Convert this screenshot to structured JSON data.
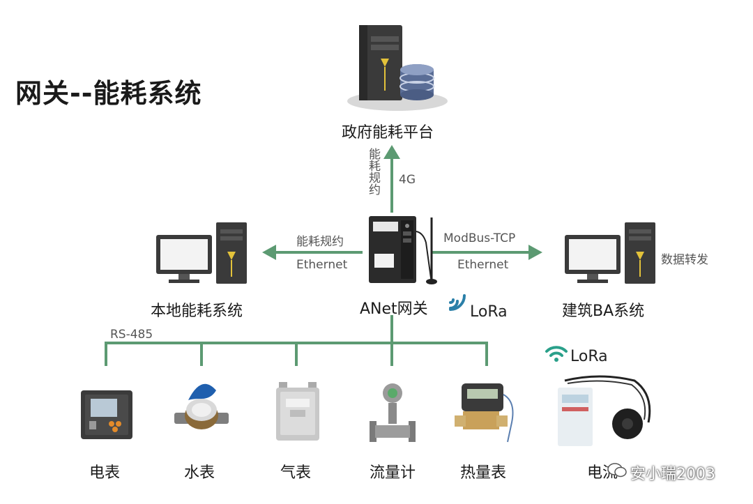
{
  "title": "网关--能耗系统",
  "nodes": {
    "gov_platform": "政府能耗平台",
    "gateway": "ANet网关",
    "local_system": "本地能耗系统",
    "ba_system": "建筑BA系统"
  },
  "links": {
    "up_protocol": "能耗规约",
    "up_medium": "4G",
    "left_protocol": "能耗规约",
    "left_medium": "Ethernet",
    "right_protocol": "ModBus-TCP",
    "right_medium": "Ethernet",
    "data_forward": "数据转发",
    "bus": "RS-485",
    "lora_gateway": "LoRa",
    "lora_device": "LoRa"
  },
  "devices": [
    {
      "label": "电表"
    },
    {
      "label": "水表"
    },
    {
      "label": "气表"
    },
    {
      "label": "流量计"
    },
    {
      "label": "热量表"
    },
    {
      "label": "电流"
    }
  ],
  "watermark": "安小瑞2003",
  "colors": {
    "line": "#5c9a72",
    "arrow": "#5c9a72"
  }
}
